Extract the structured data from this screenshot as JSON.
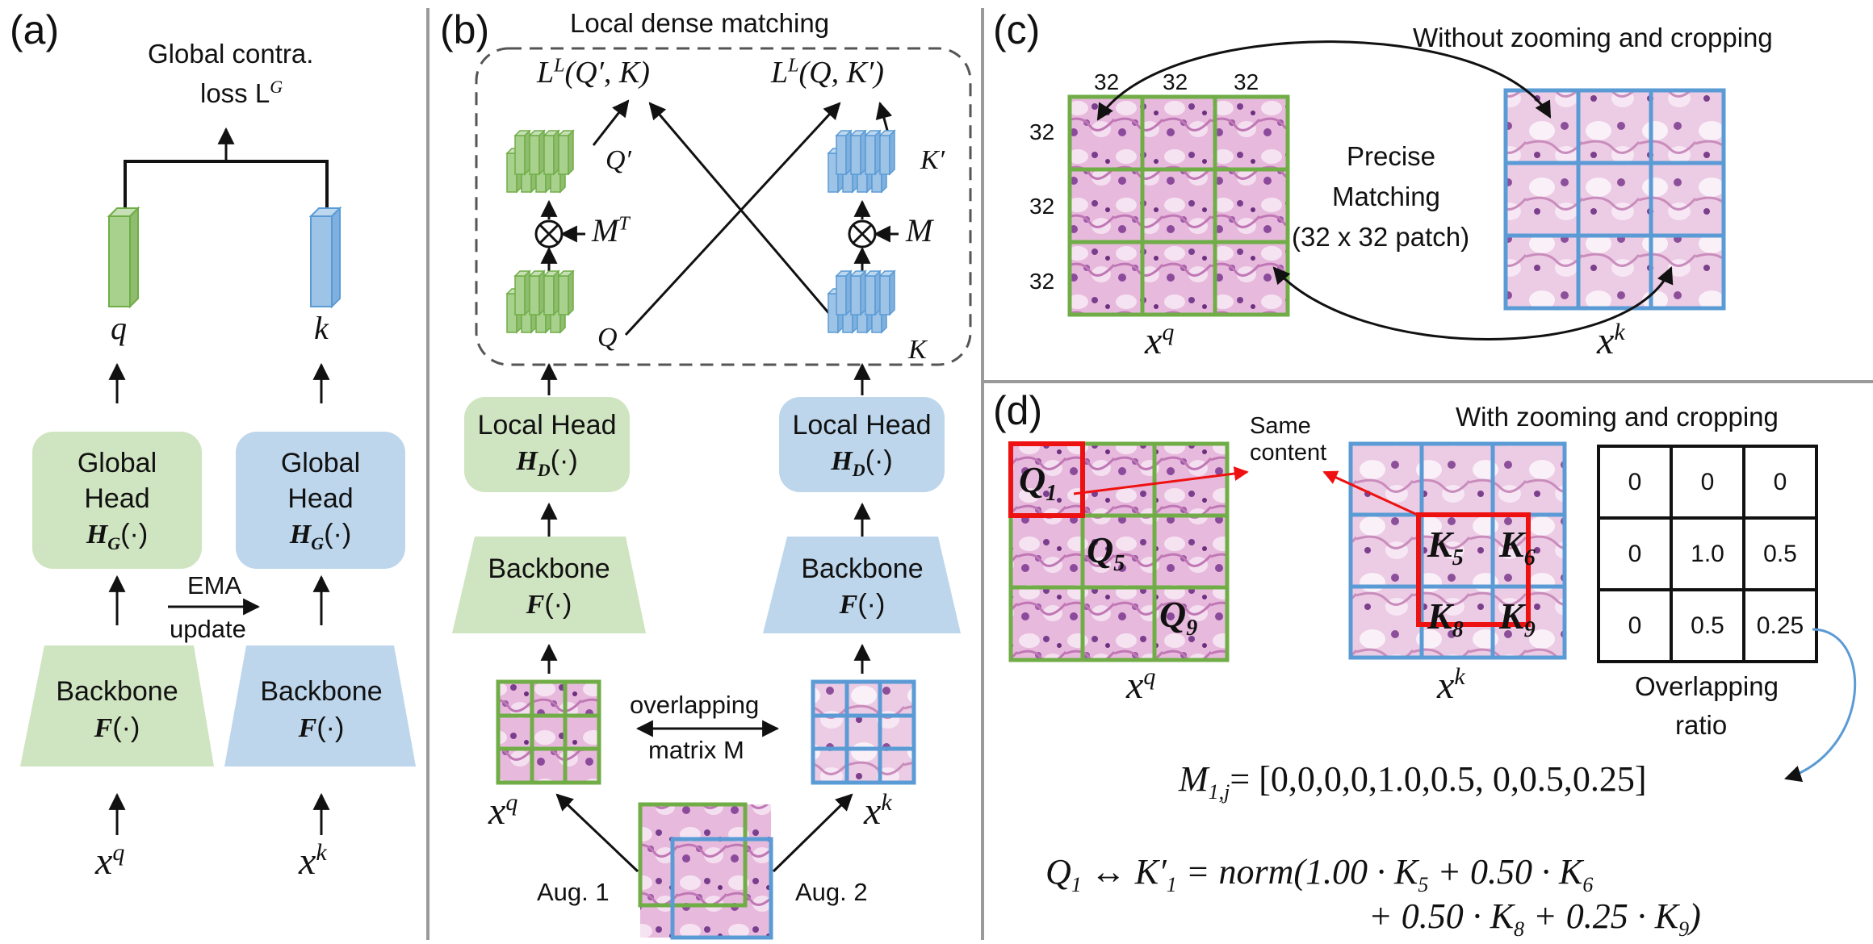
{
  "panels": {
    "a": "(a)",
    "b": "(b)",
    "c": "(c)",
    "d": "(d)"
  },
  "a": {
    "global_loss": "Global contra.",
    "global_loss_2": "loss L",
    "global_loss_sup": "G",
    "q": "q",
    "k": "k",
    "global_head_q": [
      "Global",
      "Head"
    ],
    "global_head_k": [
      "Global",
      "Head"
    ],
    "head_fn": "H",
    "head_sub": "G",
    "head_arg": "(·)",
    "ema": "EMA",
    "update": "update",
    "backbone": "Backbone",
    "backbone_fn": "F",
    "backbone_arg": "(·)",
    "xq": "x",
    "xq_sup": "q",
    "xk": "x",
    "xk_sup": "k"
  },
  "b": {
    "title": "Local dense matching",
    "loss1": "L",
    "loss1_sup": "L",
    "loss1_args": "(Q′, K)",
    "loss2": "L",
    "loss2_sup": "L",
    "loss2_args": "(Q, K′)",
    "qprime": "Q′",
    "kprime": "K′",
    "mt": "M",
    "mt_sup": "T",
    "m": "M",
    "q_label": "Q",
    "k_label": "K",
    "local_head": "Local Head",
    "head_fn": "H",
    "head_sub": "D",
    "head_arg": "(·)",
    "backbone": "Backbone",
    "backbone_fn": "F",
    "backbone_arg": "(·)",
    "overlapping": "overlapping",
    "matrix": "matrix M",
    "xq": "x",
    "xq_sup": "q",
    "xk": "x",
    "xk_sup": "k",
    "aug1": "Aug. 1",
    "aug2": "Aug. 2"
  },
  "c": {
    "title": "Without zooming and cropping",
    "sizes_top": [
      "32",
      "32",
      "32"
    ],
    "sizes_left": [
      "32",
      "32",
      "32"
    ],
    "precise": "Precise",
    "matching": "Matching",
    "patch": "(32 x 32 patch)",
    "xq": "x",
    "xq_sup": "q",
    "xk": "x",
    "xk_sup": "k"
  },
  "d": {
    "title": "With zooming and cropping",
    "same": "Same",
    "content": "content",
    "q1": "Q",
    "q1_sub": "1",
    "q5": "Q",
    "q5_sub": "5",
    "q9": "Q",
    "q9_sub": "9",
    "k5": "K",
    "k5_sub": "5",
    "k6": "K",
    "k6_sub": "6",
    "k8": "K",
    "k8_sub": "8",
    "k9": "K",
    "k9_sub": "9",
    "matrix": [
      [
        "0",
        "0",
        "0"
      ],
      [
        "0",
        "1.0",
        "0.5"
      ],
      [
        "0",
        "0.5",
        "0.25"
      ]
    ],
    "overlap1": "Overlapping",
    "overlap2": "ratio",
    "xq": "x",
    "xq_sup": "q",
    "xk": "x",
    "xk_sup": "k",
    "eq1_lhs": "M",
    "eq1_sub": "1,j",
    "eq1_rhs": "= [0,0,0,0,1.0,0.5, 0,0.5,0.25]",
    "eq2_a": "Q",
    "eq2_a_sub": "1",
    "eq2_b": " ↔ K′",
    "eq2_b_sub": "1",
    "eq2_c": " = norm(1.00 · K",
    "eq2_c_sub": "5",
    "eq2_d": " + 0.50 · K",
    "eq2_d_sub": "6",
    "eq3_a": "+ 0.50 · K",
    "eq3_a_sub": "8",
    "eq3_b": " + 0.25 · K",
    "eq3_b_sub": "9",
    "eq3_c": ")"
  },
  "colors": {
    "green": "#70ad47",
    "blue": "#5b9bd5",
    "green_fill": "#cfe4c0",
    "blue_fill": "#bdd6ec",
    "red": "#ee1111"
  }
}
